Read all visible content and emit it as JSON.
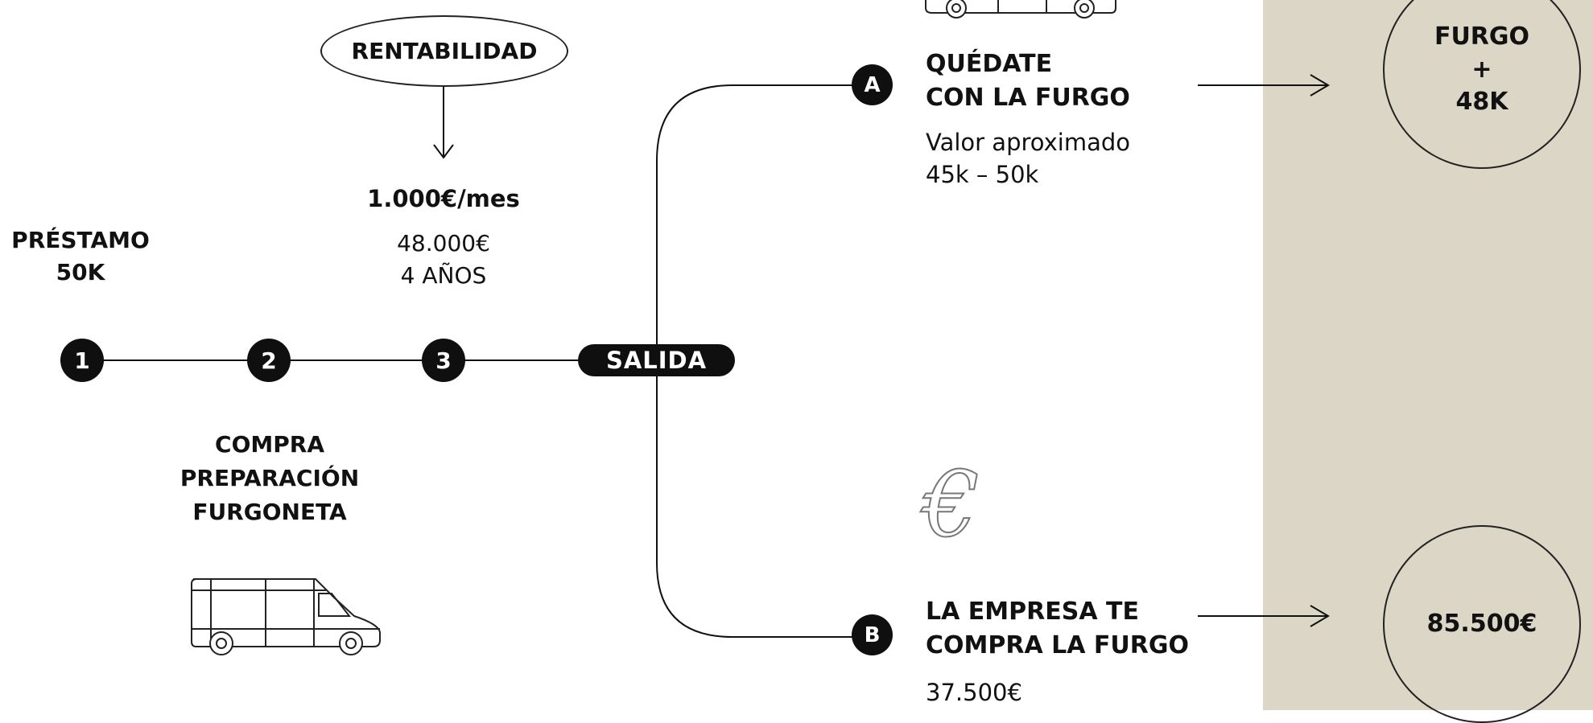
{
  "rentabilidad": "RENTABILIDAD",
  "income": {
    "monthly": "1.000€/mes",
    "total": "48.000€",
    "years": "4 AÑOS"
  },
  "loan": {
    "line1": "PRÉSTAMO",
    "line2": "50K"
  },
  "steps": {
    "one": "1",
    "two": "2",
    "three": "3"
  },
  "purchase": {
    "line1": "COMPRA",
    "line2": "PREPARACIÓN",
    "line3": "FURGONETA"
  },
  "exit_label": "SALIDA",
  "option_a": {
    "badge": "A",
    "title1": "QUÉDATE",
    "title2": "CON LA FURGO",
    "desc1": "Valor aproximado",
    "desc2": "45k – 50k",
    "result_line1": "FURGO",
    "result_line2": "+",
    "result_line3": "48K"
  },
  "option_b": {
    "badge": "B",
    "title1": "LA EMPRESA TE",
    "title2": "COMPRA LA FURGO",
    "value": "37.500€",
    "result": "85.500€"
  },
  "euro_symbol": "€",
  "icons": [
    "van-icon",
    "euro-icon",
    "arrow-right-icon",
    "arrow-down-icon"
  ],
  "colors": {
    "panel": "#dbd6c6",
    "ink": "#0f0f0f"
  }
}
